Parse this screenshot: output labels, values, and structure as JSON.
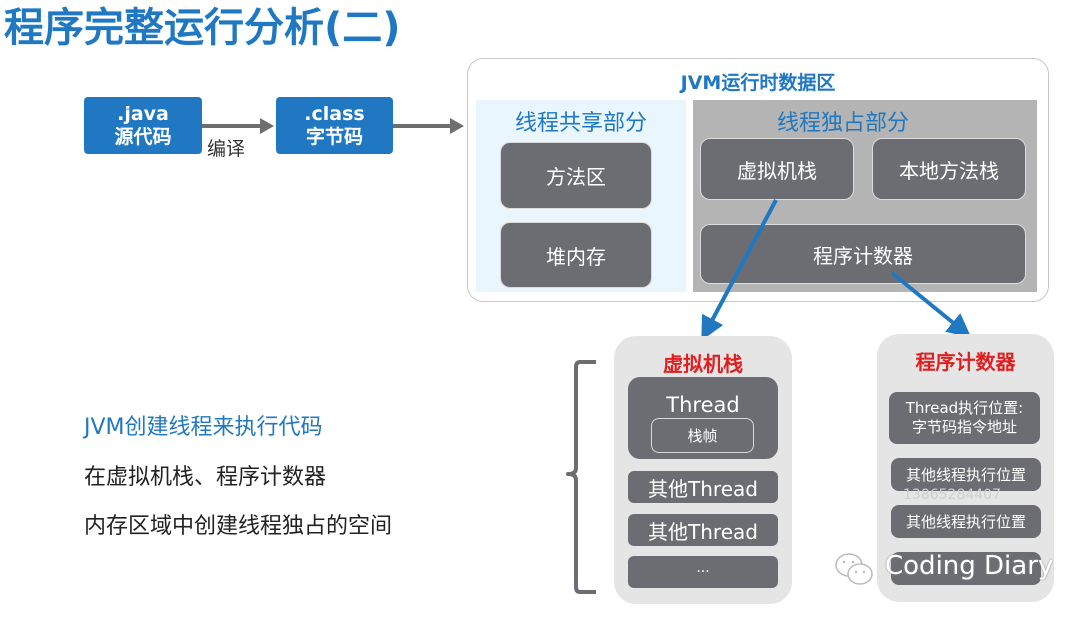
{
  "title": "程序完整运行分析(二)",
  "pipeline": {
    "source_box": {
      "line1": ".java",
      "line2": "源代码"
    },
    "compile_label": "编译",
    "class_box": {
      "line1": ".class",
      "line2": "字节码"
    }
  },
  "jvm_runtime": {
    "title": "JVM运行时数据区",
    "shared": {
      "title": "线程共享部分",
      "items": [
        "方法区",
        "堆内存"
      ]
    },
    "private": {
      "title": "线程独占部分",
      "items": [
        "虚拟机栈",
        "本地方法栈",
        "程序计数器"
      ]
    }
  },
  "vm_stack_detail": {
    "title": "虚拟机栈",
    "thread_label": "Thread",
    "frame_label": "栈帧",
    "other_threads": [
      "其他Thread",
      "其他Thread"
    ],
    "ellipsis": "···"
  },
  "pc_detail": {
    "title": "程序计数器",
    "thread_line1": "Thread执行位置:",
    "thread_line2": "字节码指令地址",
    "others": [
      "其他线程执行位置",
      "其他线程执行位置"
    ]
  },
  "description": {
    "line1": "JVM创建线程来执行代码",
    "line2": "在虚拟机栈、程序计数器",
    "line3": "内存区域中创建线程独占的空间"
  },
  "watermark": {
    "number": "13865284407",
    "brand": "Coding Diary"
  },
  "colors": {
    "accent_blue": "#1f78c1",
    "highlight_red": "#e02020",
    "box_gray": "#6b6d72"
  }
}
